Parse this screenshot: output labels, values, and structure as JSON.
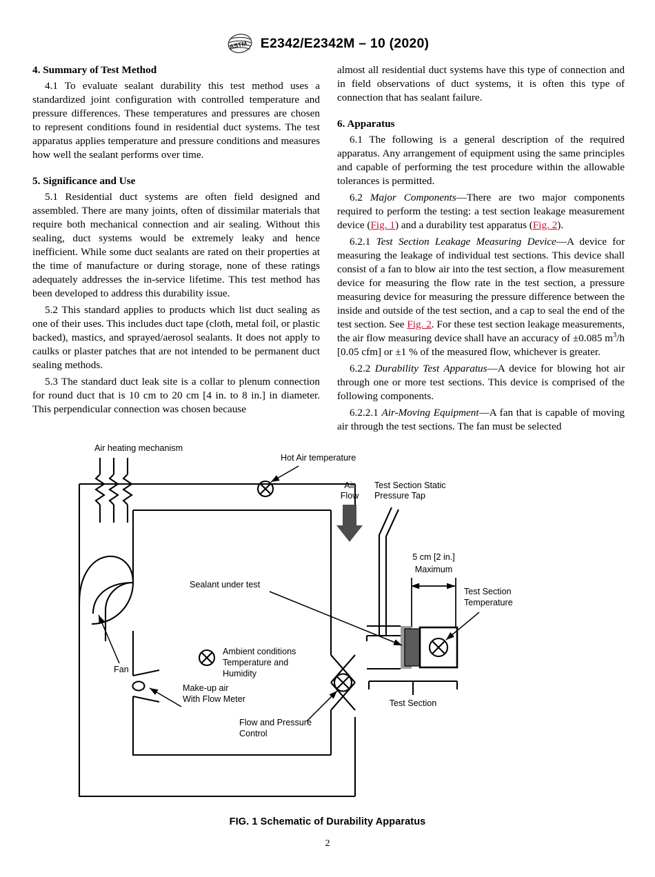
{
  "header": {
    "logo_name": "astm-logo",
    "title": "E2342/E2342M – 10 (2020)"
  },
  "left_column": {
    "section4_heading": "4.  Summary of Test Method",
    "section4_p1_number": "4.1",
    "section4_p1": "To evaluate sealant durability this test method uses a standardized joint configuration with controlled temperature and pressure differences. These temperatures and pressures are chosen to represent conditions found in residential duct systems. The test apparatus applies temperature and pressure conditions and measures how well the sealant performs over time.",
    "section5_heading": "5.  Significance and Use",
    "section5_p1_number": "5.1",
    "section5_p1": "Residential duct systems are often field designed and assembled. There are many joints, often of dissimilar materials that require both mechanical connection and air sealing. Without this sealing, duct systems would be extremely leaky and hence inefficient. While some duct sealants are rated on their properties at the time of manufacture or during storage, none of these ratings adequately addresses the in-service lifetime. This test method has been developed to address this durability issue.",
    "section5_p2_number": "5.2",
    "section5_p2": "This standard applies to products which list duct sealing as one of their uses. This includes duct tape (cloth, metal foil, or plastic backed), mastics, and sprayed/aerosol sealants. It does not apply to caulks or plaster patches that are not intended to be permanent duct sealing methods.",
    "section5_p3_number": "5.3",
    "section5_p3": "The standard duct leak site is a collar to plenum connection for round duct that is 10 cm to 20 cm [4 in. to 8 in.] in diameter. This perpendicular connection was chosen because"
  },
  "right_column": {
    "continued_para": "almost all residential duct systems have this type of connection and in field observations of duct systems, it is often this type of connection that has sealant failure.",
    "section6_heading": "6.  Apparatus",
    "section6_p1_number": "6.1",
    "section6_p1": "The following is a general description of the required apparatus. Any arrangement of equipment using the same principles and capable of performing the test procedure within the allowable tolerances is permitted.",
    "section6_2_number": "6.2",
    "section6_2_title": "Major Components",
    "section6_2_text_a": "—There are two major components required to perform the testing: a test section leakage measurement device (",
    "section6_2_link1": "Fig. 1",
    "section6_2_text_b": ") and a durability test apparatus (",
    "section6_2_link2": "Fig. 2",
    "section6_2_text_c": ").",
    "section6_2_1_number": "6.2.1",
    "section6_2_1_title": "Test Section Leakage Measuring Device",
    "section6_2_1_text_a": "—A device for measuring the leakage of individual test sections. This device shall consist of a fan to blow air into the test section, a flow measurement device for measuring the flow rate in the test section, a pressure measuring device for measuring the pressure difference between the inside and outside of the test section, and a cap to seal the end of the test section. See ",
    "section6_2_1_link": "Fig. 2",
    "section6_2_1_text_b": ". For these test section leakage measurements, the air flow measuring device shall have an accuracy of ±0.085 m",
    "section6_2_1_sup": "3",
    "section6_2_1_text_c": "/h [0.05 cfm] or ±1 % of the measured flow, whichever is greater.",
    "section6_2_2_number": "6.2.2",
    "section6_2_2_title": "Durability Test Apparatus",
    "section6_2_2_text": "—A device for blowing hot air through one or more test sections. This device is comprised of the following components.",
    "section6_2_2_1_number": "6.2.2.1",
    "section6_2_2_1_title": "Air-Moving Equipment",
    "section6_2_2_1_text": "—A fan that is capable of moving air through the test sections. The fan must be selected"
  },
  "figure": {
    "caption": "FIG. 1 Schematic of Durability Apparatus",
    "labels": {
      "air_heating": "Air heating mechanism",
      "hot_air_temp": "Hot Air temperature",
      "air_flow_line1": "Air",
      "air_flow_line2": "Flow",
      "static_tap_line1": "Test Section Static",
      "static_tap_line2": "Pressure Tap",
      "dimension_line1": "5 cm [2 in.]",
      "dimension_line2": "Maximum",
      "test_section_temp_line1": "Test Section",
      "test_section_temp_line2": "Temperature",
      "sealant": "Sealant under test",
      "test_section": "Test Section",
      "ambient_line1": "Ambient conditions",
      "ambient_line2": "Temperature and",
      "ambient_line3": "Humidity",
      "fan": "Fan",
      "makeup_line1": "Make-up air",
      "makeup_line2": "With Flow Meter",
      "flow_control_line1": "Flow and Pressure",
      "flow_control_line2": "Control"
    },
    "colors": {
      "line": "#000000",
      "sealant_fill": "#5b5b5b",
      "arrow_fill": "#4d4d4d",
      "duct_edge": "#9a9a9a"
    }
  },
  "footer": {
    "page_number": "2"
  }
}
